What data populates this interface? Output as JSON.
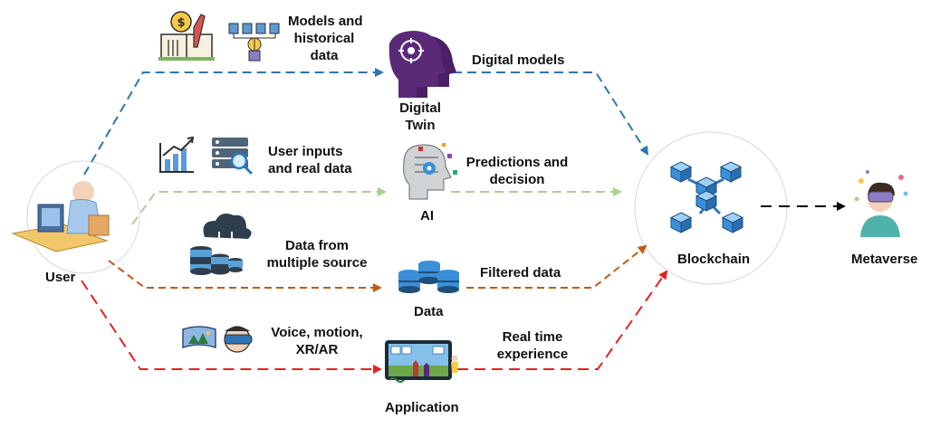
{
  "nodes": {
    "user": "User",
    "digital_twin": [
      "Digital",
      "Twin"
    ],
    "ai": "AI",
    "data": "Data",
    "application": "Application",
    "blockchain": "Blockchain",
    "metaverse": "Metaverse"
  },
  "inputs": {
    "models": [
      "Models and",
      "historical",
      "data"
    ],
    "user_inputs": [
      "User inputs",
      "and real data"
    ],
    "data_sources": [
      "Data from",
      "multiple source"
    ],
    "voice": [
      "Voice, motion,",
      "XR/AR"
    ]
  },
  "outputs": {
    "digital_models": "Digital models",
    "predictions": [
      "Predictions and",
      "decision"
    ],
    "filtered": "Filtered data",
    "realtime": [
      "Real time",
      "experience"
    ]
  },
  "colors": {
    "blue": "#2e75b6",
    "green": "#a9d18e",
    "orange": "#c55a11",
    "red": "#e8201c",
    "black": "#000000",
    "purple": "#5a2a78",
    "cube": "#3a8fd8"
  },
  "icons": [
    "user-at-computer-icon",
    "ledger-icon",
    "flowchart-icon",
    "digital-twin-head-icon",
    "growth-chart-icon",
    "server-search-icon",
    "ai-head-icon",
    "cloud-database-icon",
    "database-stack-icon",
    "vr-panorama-icon",
    "vr-headset-icon",
    "application-screen-icon",
    "blockchain-cubes-icon",
    "metaverse-avatar-icon"
  ]
}
